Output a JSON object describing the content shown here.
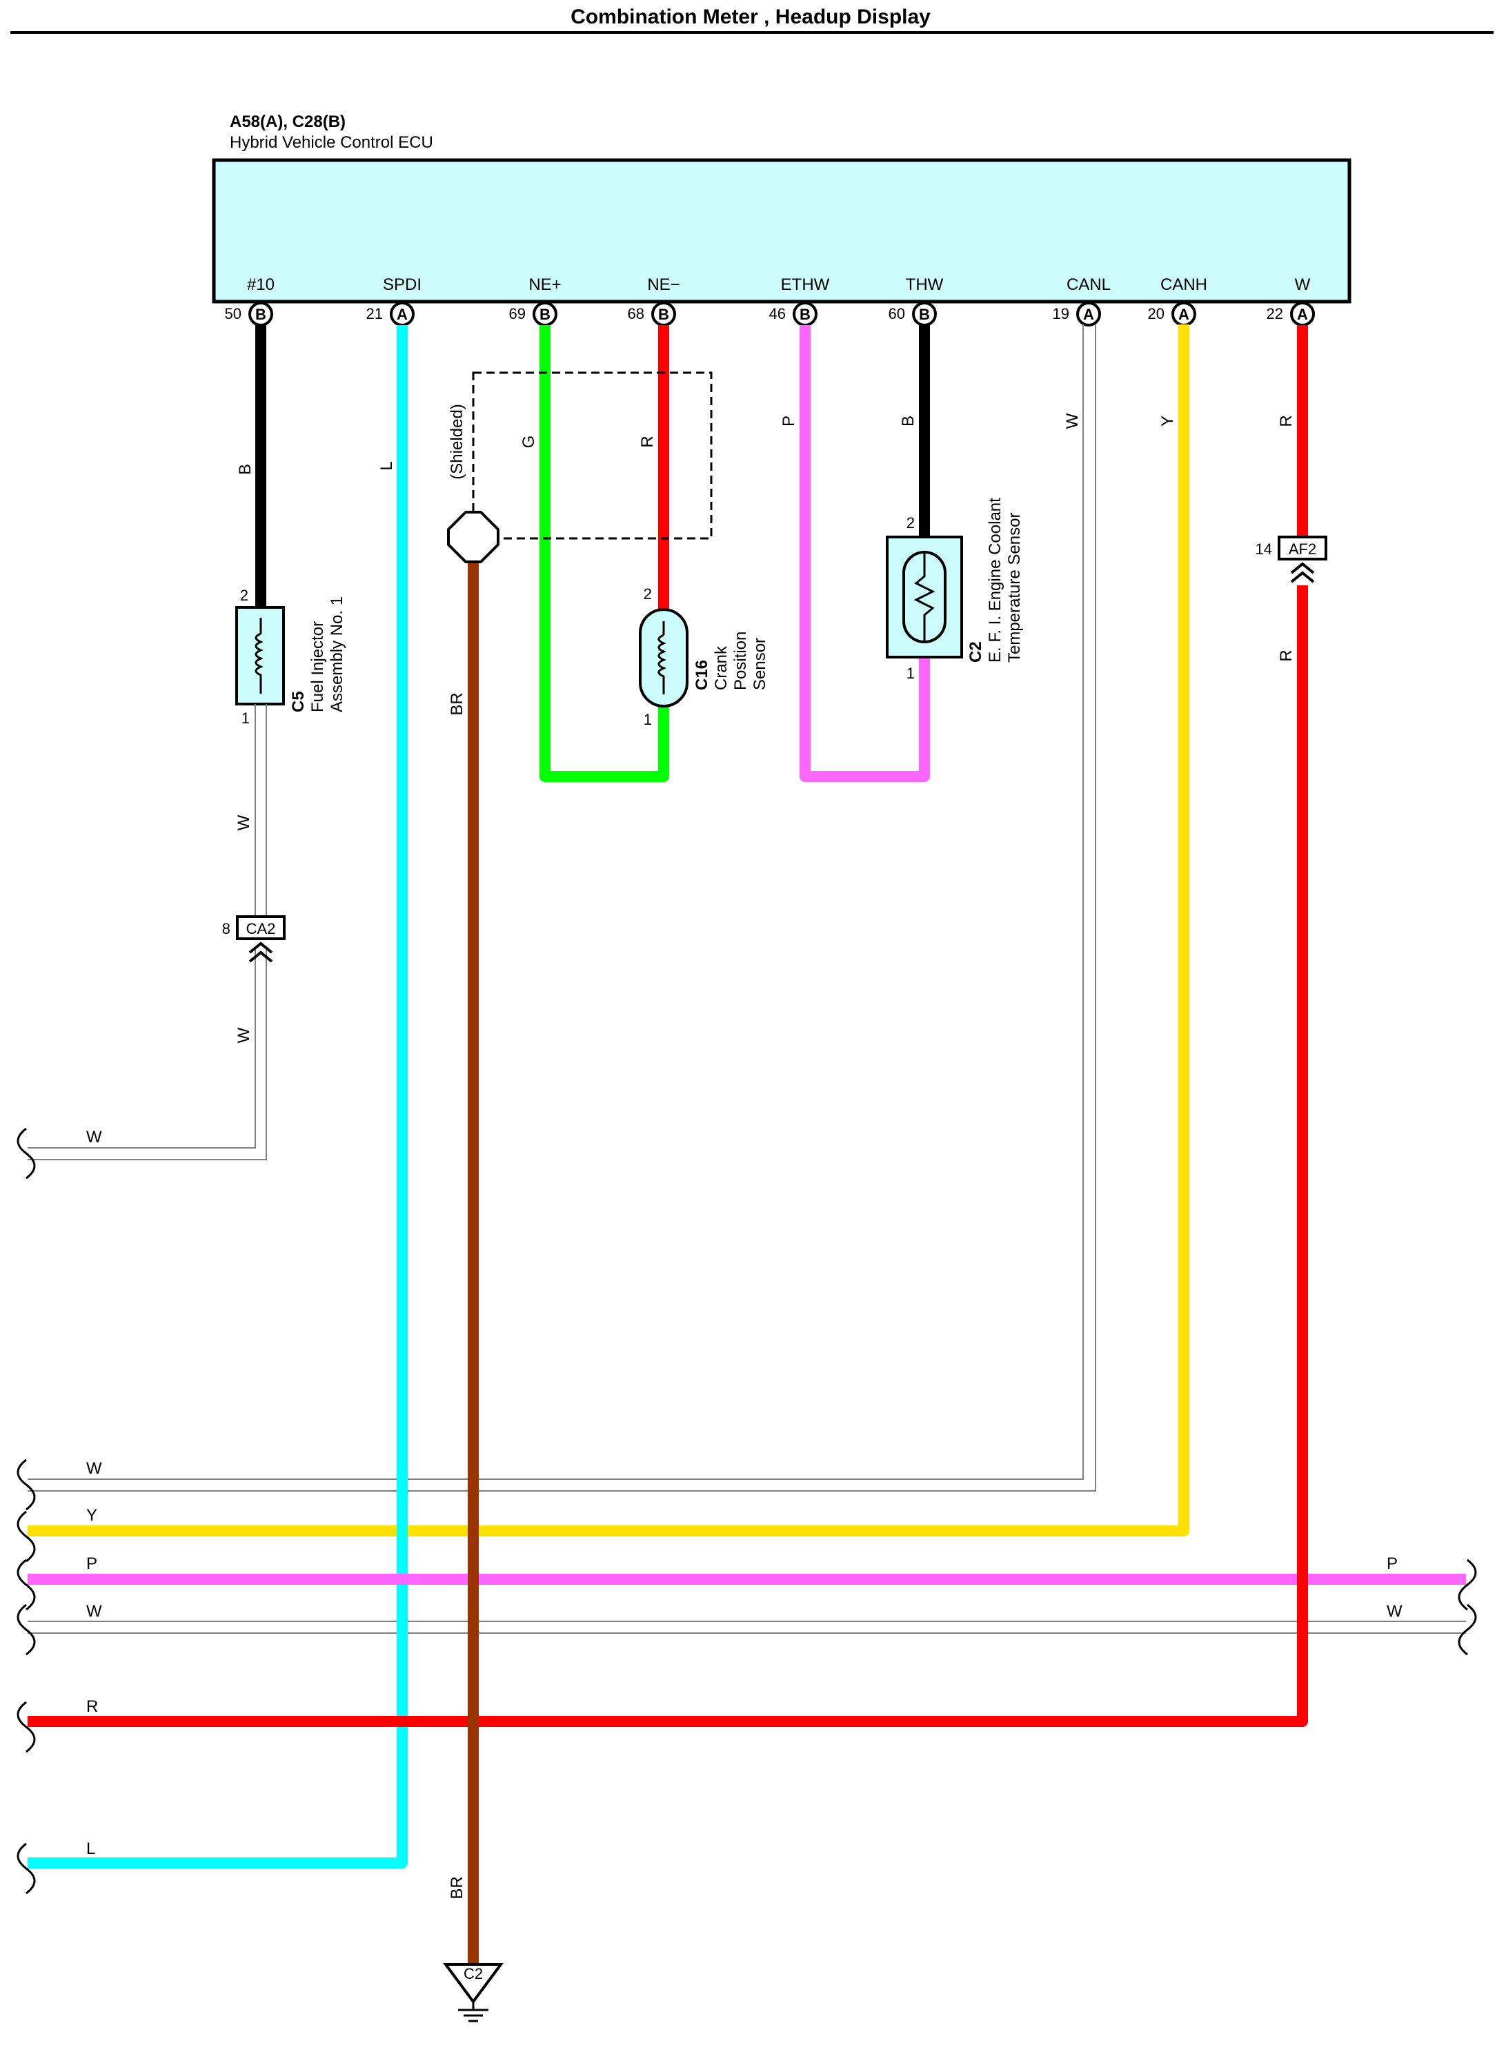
{
  "title": "Combination Meter , Headup Display",
  "ecu": {
    "ref": "A58(A), C28(B)",
    "name": "Hybrid Vehicle Control ECU",
    "terminals": [
      {
        "signal": "#10",
        "pin": "50",
        "conn": "B"
      },
      {
        "signal": "SPDI",
        "pin": "21",
        "conn": "A"
      },
      {
        "signal": "NE+",
        "pin": "69",
        "conn": "B"
      },
      {
        "signal": "NE−",
        "pin": "68",
        "conn": "B"
      },
      {
        "signal": "ETHW",
        "pin": "46",
        "conn": "B"
      },
      {
        "signal": "THW",
        "pin": "60",
        "conn": "B"
      },
      {
        "signal": "CANL",
        "pin": "19",
        "conn": "A"
      },
      {
        "signal": "CANH",
        "pin": "20",
        "conn": "A"
      },
      {
        "signal": "W",
        "pin": "22",
        "conn": "A"
      }
    ]
  },
  "wire_labels": {
    "b1": "B",
    "l": "L",
    "shielded": "(Shielded)",
    "g": "G",
    "r1": "R",
    "p": "P",
    "b2": "B",
    "w_canl": "W",
    "y": "Y",
    "r2": "R",
    "r3": "R",
    "br1": "BR",
    "br2": "BR",
    "w_inj1": "W",
    "w_inj2": "W"
  },
  "components": {
    "c5": {
      "id": "C5",
      "line1": "Fuel Injector",
      "line2": "Assembly No. 1",
      "pin_top": "2",
      "pin_bottom": "1"
    },
    "c16": {
      "id": "C16",
      "line1": "Crank",
      "line2": "Position",
      "line3": "Sensor",
      "pin_top": "2",
      "pin_bottom": "1"
    },
    "c2": {
      "id": "C2",
      "line1": "E. F. I. Engine Coolant",
      "line2": "Temperature Sensor",
      "pin_top": "2",
      "pin_bottom": "1"
    }
  },
  "connectors": {
    "ca2": {
      "id": "CA2",
      "pin": "8"
    },
    "af2": {
      "id": "AF2",
      "pin": "14"
    }
  },
  "ground": {
    "id": "C2"
  },
  "bus_lines": {
    "w_top": "W",
    "w_canl": "W",
    "y": "Y",
    "p_left": "P",
    "p_right": "P",
    "w_left": "W",
    "w_right": "W",
    "r": "R",
    "l": "L"
  },
  "colors": {
    "ecu_fill": "#ccfcfc",
    "black": "#000000",
    "cyan": "#00ffff",
    "green": "#00ff00",
    "red": "#ff0000",
    "pink": "#ff66ff",
    "yellow": "#ffe000",
    "brown": "#993300",
    "white_wire": "#808080"
  }
}
